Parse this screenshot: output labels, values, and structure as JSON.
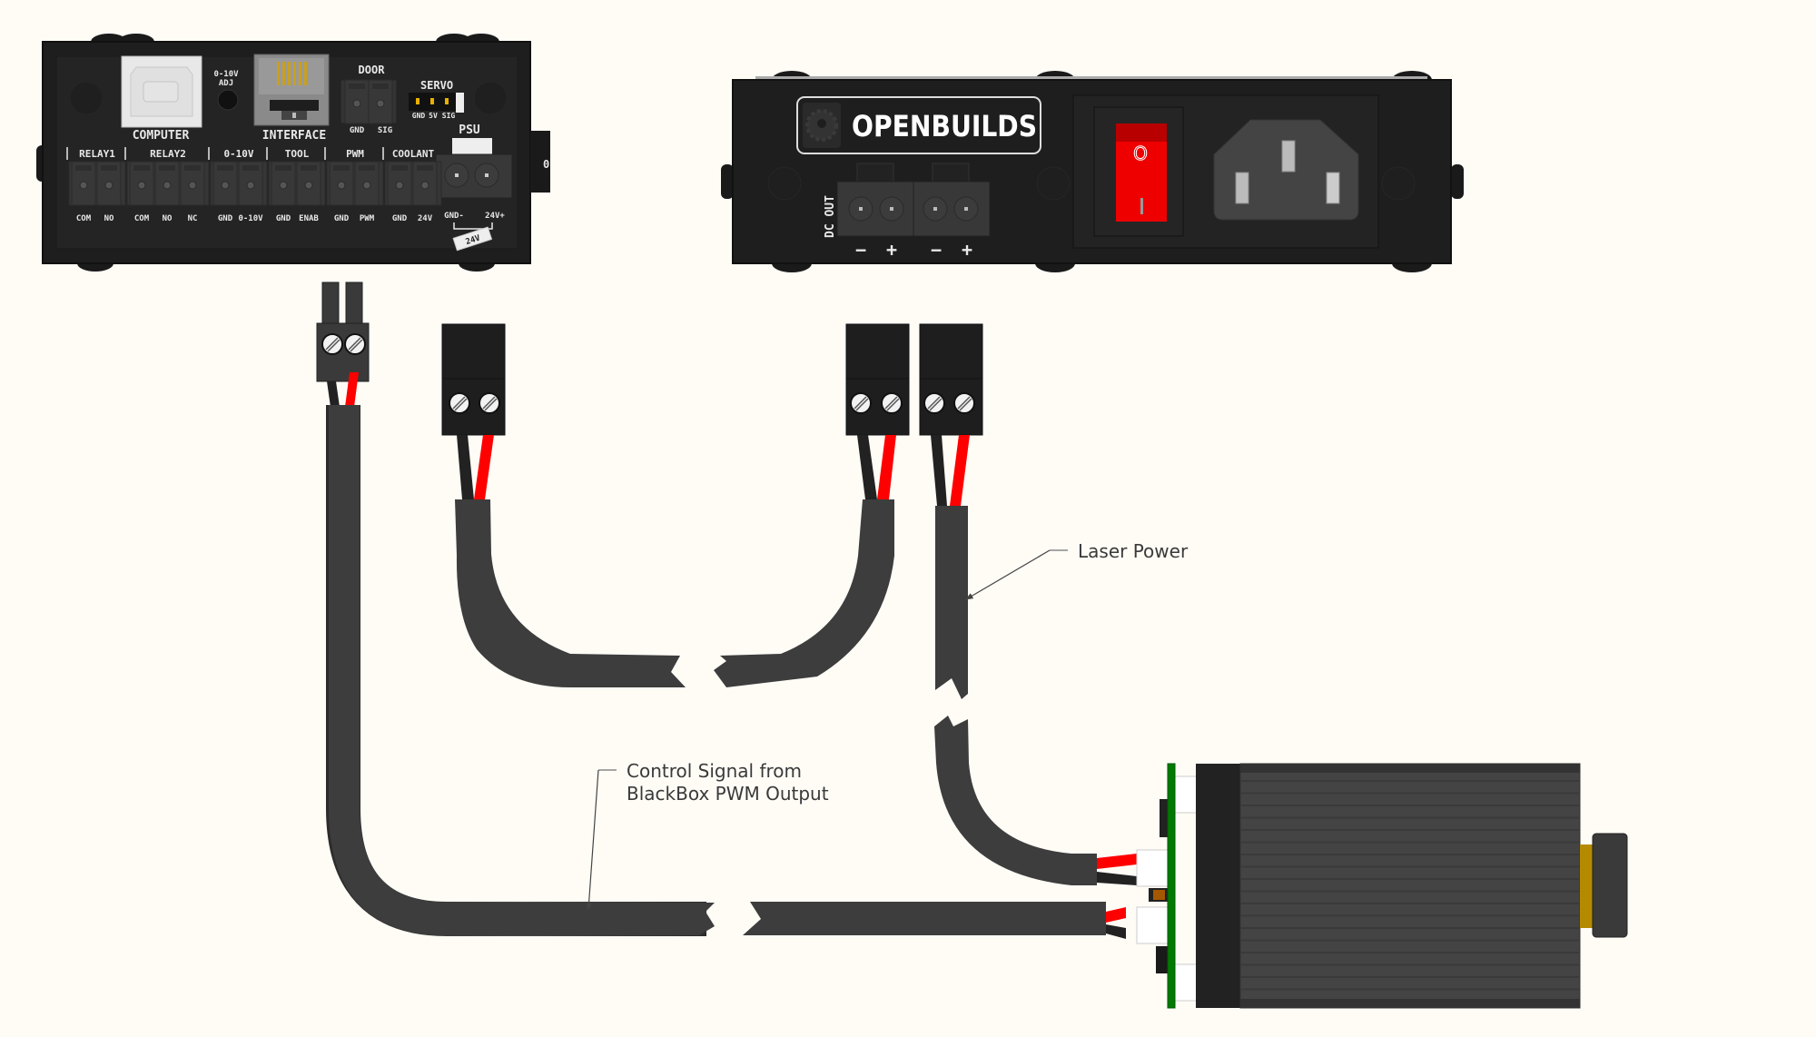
{
  "blackbox": {
    "ports": {
      "computer": "COMPUTER",
      "adj_line1": "0-10V",
      "adj_line2": "ADJ",
      "interface": "INTERFACE",
      "door": "DOOR",
      "door_pins": [
        "GND",
        "SIG"
      ],
      "servo": "SERVO",
      "servo_pins": [
        "GND",
        "5V",
        "SIG"
      ],
      "psu": "PSU",
      "psu_pins": [
        "GND-",
        "24V+"
      ],
      "psu_badge": "24V"
    },
    "terminal_groups": [
      {
        "label": "RELAY1",
        "pins": [
          "COM",
          "NO"
        ]
      },
      {
        "label": "RELAY2",
        "pins": [
          "COM",
          "NO",
          "NC"
        ]
      },
      {
        "label": "0-10V",
        "pins": [
          "GND",
          "0-10V"
        ]
      },
      {
        "label": "TOOL",
        "pins": [
          "GND",
          "ENAB"
        ]
      },
      {
        "label": "PWM",
        "pins": [
          "GND",
          "PWM"
        ]
      },
      {
        "label": "COOLANT",
        "pins": [
          "GND",
          "24V"
        ]
      }
    ],
    "side_switch": "0"
  },
  "psu": {
    "brand": "OPENBUILDS",
    "dc_out_label": "DC OUT",
    "dc_pins": [
      "−",
      "+",
      "−",
      "+"
    ],
    "switch_off": "O",
    "switch_on": "I"
  },
  "callouts": {
    "laser_power": "Laser Power",
    "control_signal_line1": "Control Signal from",
    "control_signal_line2": "BlackBox PWM Output"
  },
  "colors": {
    "background": "#fffcf6",
    "enclosure": "#1e1e1e",
    "cable": "#3d3d3d",
    "wire_red": "#ff0000",
    "wire_black": "#222222",
    "switch_red": "#ee0000",
    "pcb_green": "#007a00",
    "lens_brass": "#b58a00"
  }
}
